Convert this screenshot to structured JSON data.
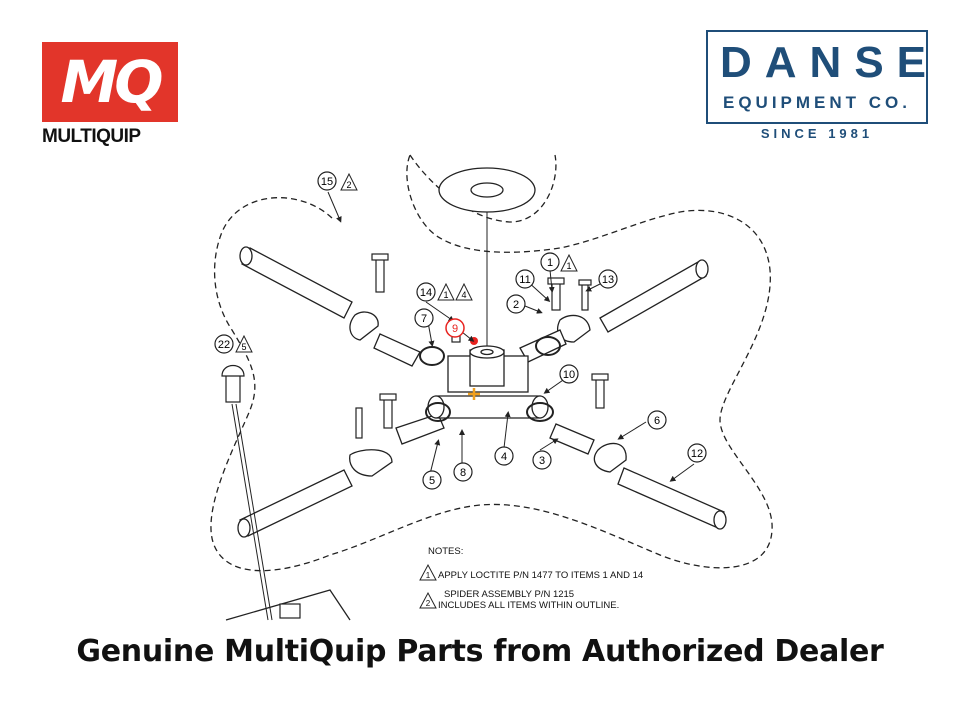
{
  "logos": {
    "multiquip": {
      "mark": "MQ",
      "name": "MULTIQUIP",
      "brand_color": "#e2352a"
    },
    "danse": {
      "name": "DANSE",
      "subtitle": "EQUIPMENT CO.",
      "since": "SINCE 1981",
      "brand_color": "#1f4e79"
    }
  },
  "diagram": {
    "callouts": [
      "15",
      "2",
      "1",
      "1",
      "11",
      "13",
      "14",
      "1",
      "4",
      "2",
      "7",
      "9",
      "22",
      "5",
      "10",
      "6",
      "12",
      "5",
      "8",
      "4",
      "3"
    ],
    "notes": {
      "heading": "NOTES:",
      "note1_num": "1",
      "note1": "APPLY LOCTITE  P/N 1477 TO ITEMS 1 AND 14",
      "note2_num": "2",
      "note2_line1": "SPIDER ASSEMBLY P/N 1215",
      "note2_line2": "INCLUDES ALL ITEMS WITHIN OUTLINE."
    },
    "highlight_color": "#e8231f"
  },
  "footer": {
    "caption": "Genuine MultiQuip Parts from Authorized Dealer"
  }
}
